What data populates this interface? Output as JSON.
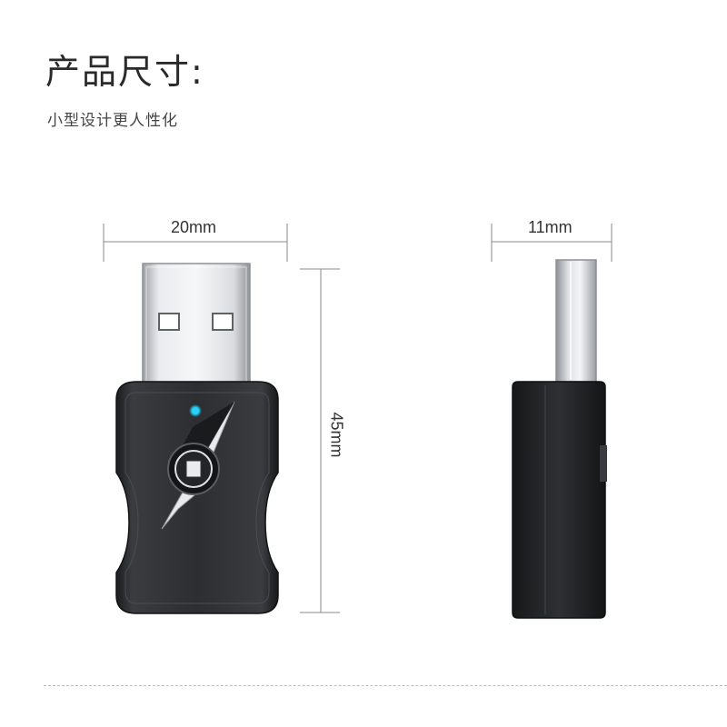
{
  "header": {
    "title": "产品尺寸:",
    "subtitle": "小型设计更人性化"
  },
  "dimensions": {
    "front_width": "20mm",
    "side_width": "11mm",
    "height": "45mm"
  },
  "colors": {
    "led": "#22d3ff",
    "body": "#2b2d30",
    "metal": "#c9ccd1",
    "line": "#8a8a8a"
  }
}
